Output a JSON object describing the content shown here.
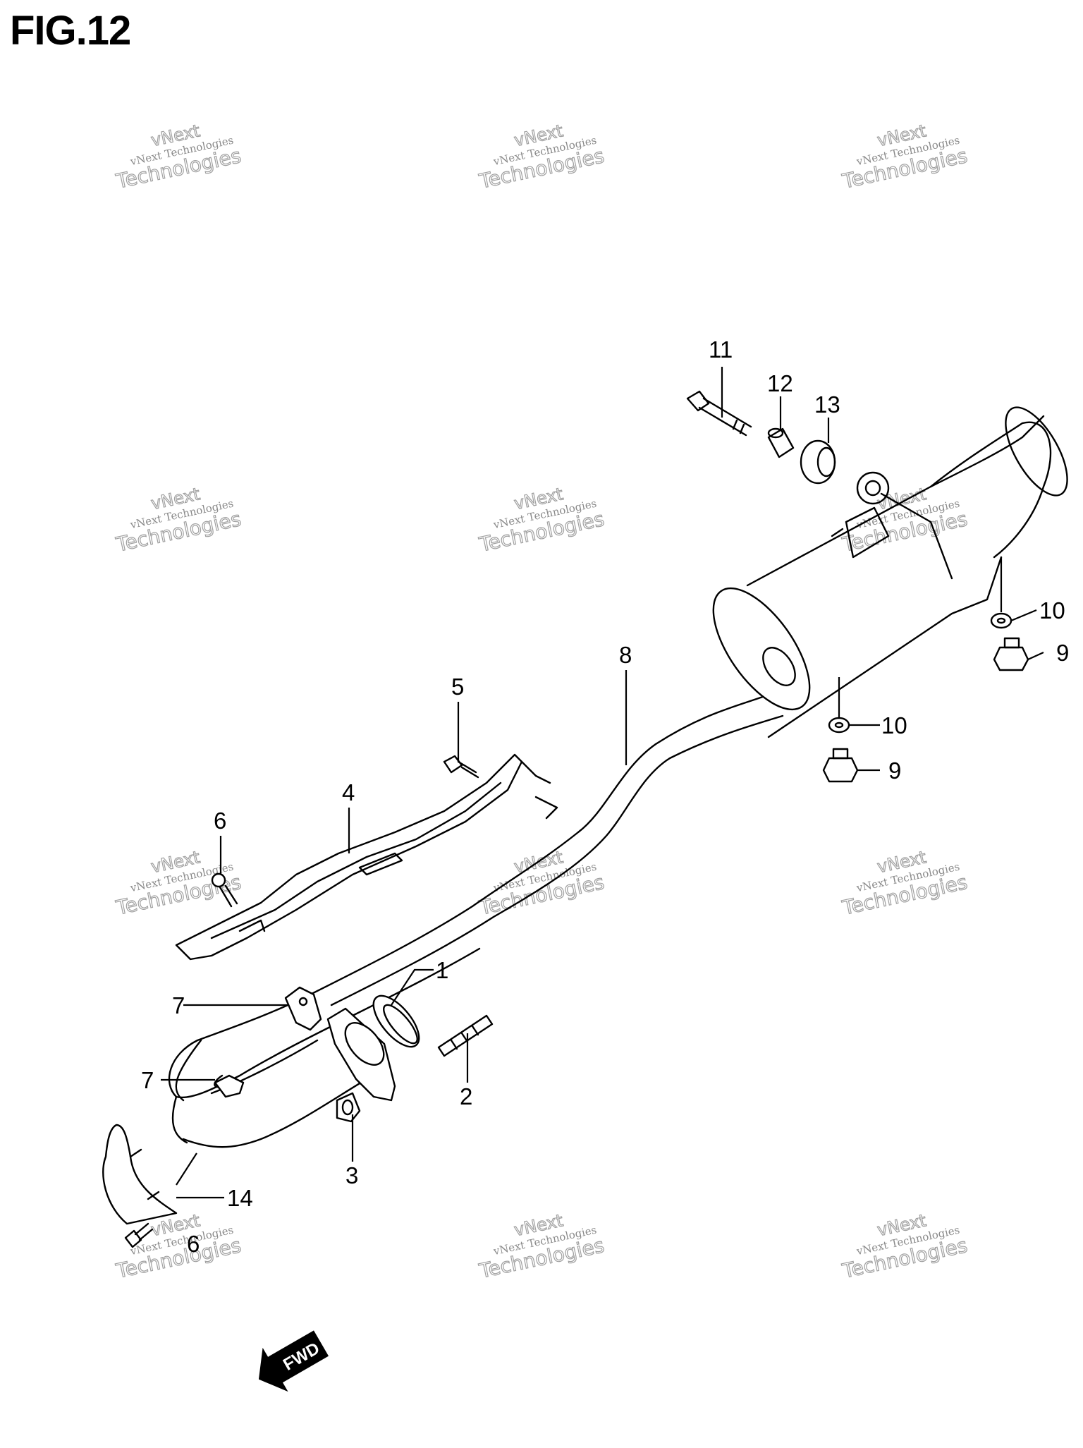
{
  "figure": {
    "title": "FIG.12"
  },
  "watermark": {
    "line1": "vNext",
    "line2": "vNext Technologies",
    "line3": "Technologies"
  },
  "callouts": [
    {
      "id": "c1",
      "label": "1"
    },
    {
      "id": "c2",
      "label": "2"
    },
    {
      "id": "c3",
      "label": "3"
    },
    {
      "id": "c4",
      "label": "4"
    },
    {
      "id": "c5",
      "label": "5"
    },
    {
      "id": "c6a",
      "label": "6"
    },
    {
      "id": "c6b",
      "label": "6"
    },
    {
      "id": "c7a",
      "label": "7"
    },
    {
      "id": "c7b",
      "label": "7"
    },
    {
      "id": "c8",
      "label": "8"
    },
    {
      "id": "c9a",
      "label": "9"
    },
    {
      "id": "c9b",
      "label": "9"
    },
    {
      "id": "c10a",
      "label": "10"
    },
    {
      "id": "c10b",
      "label": "10"
    },
    {
      "id": "c11",
      "label": "11"
    },
    {
      "id": "c12",
      "label": "12"
    },
    {
      "id": "c13",
      "label": "13"
    },
    {
      "id": "c14",
      "label": "14"
    }
  ],
  "direction_marker": {
    "label": "FWD"
  }
}
